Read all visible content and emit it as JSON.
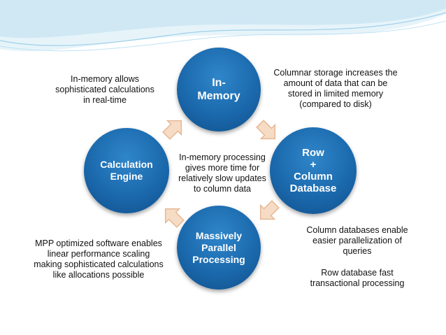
{
  "nodes": {
    "in_memory": "In-\nMemory",
    "row_column": "Row\n+\nColumn\nDatabase",
    "mpp": "Massively\nParallel\nProcessing",
    "calc_engine": "Calculation\nEngine"
  },
  "notes": {
    "top_left": "In-memory allows\nsophisticated calculations\nin real-time",
    "top_right": "Columnar storage increases the\namount of data that can be\nstored in limited memory\n(compared to disk)",
    "center": "In-memory processing\ngives more time for\nrelatively slow updates\nto column data",
    "bottom_left": "MPP optimized software enables\nlinear performance scaling\nmaking sophisticated calculations\nlike allocations possible",
    "bottom_right_1": "Column databases enable\neasier parallelization of\nqueries",
    "bottom_right_2": "Row database fast\ntransactional processing"
  },
  "colors": {
    "circle": "#1b69ad",
    "arrow_fill": "#f6dcc4",
    "arrow_stroke": "#e6b896",
    "wave": "#cfe8f4"
  }
}
